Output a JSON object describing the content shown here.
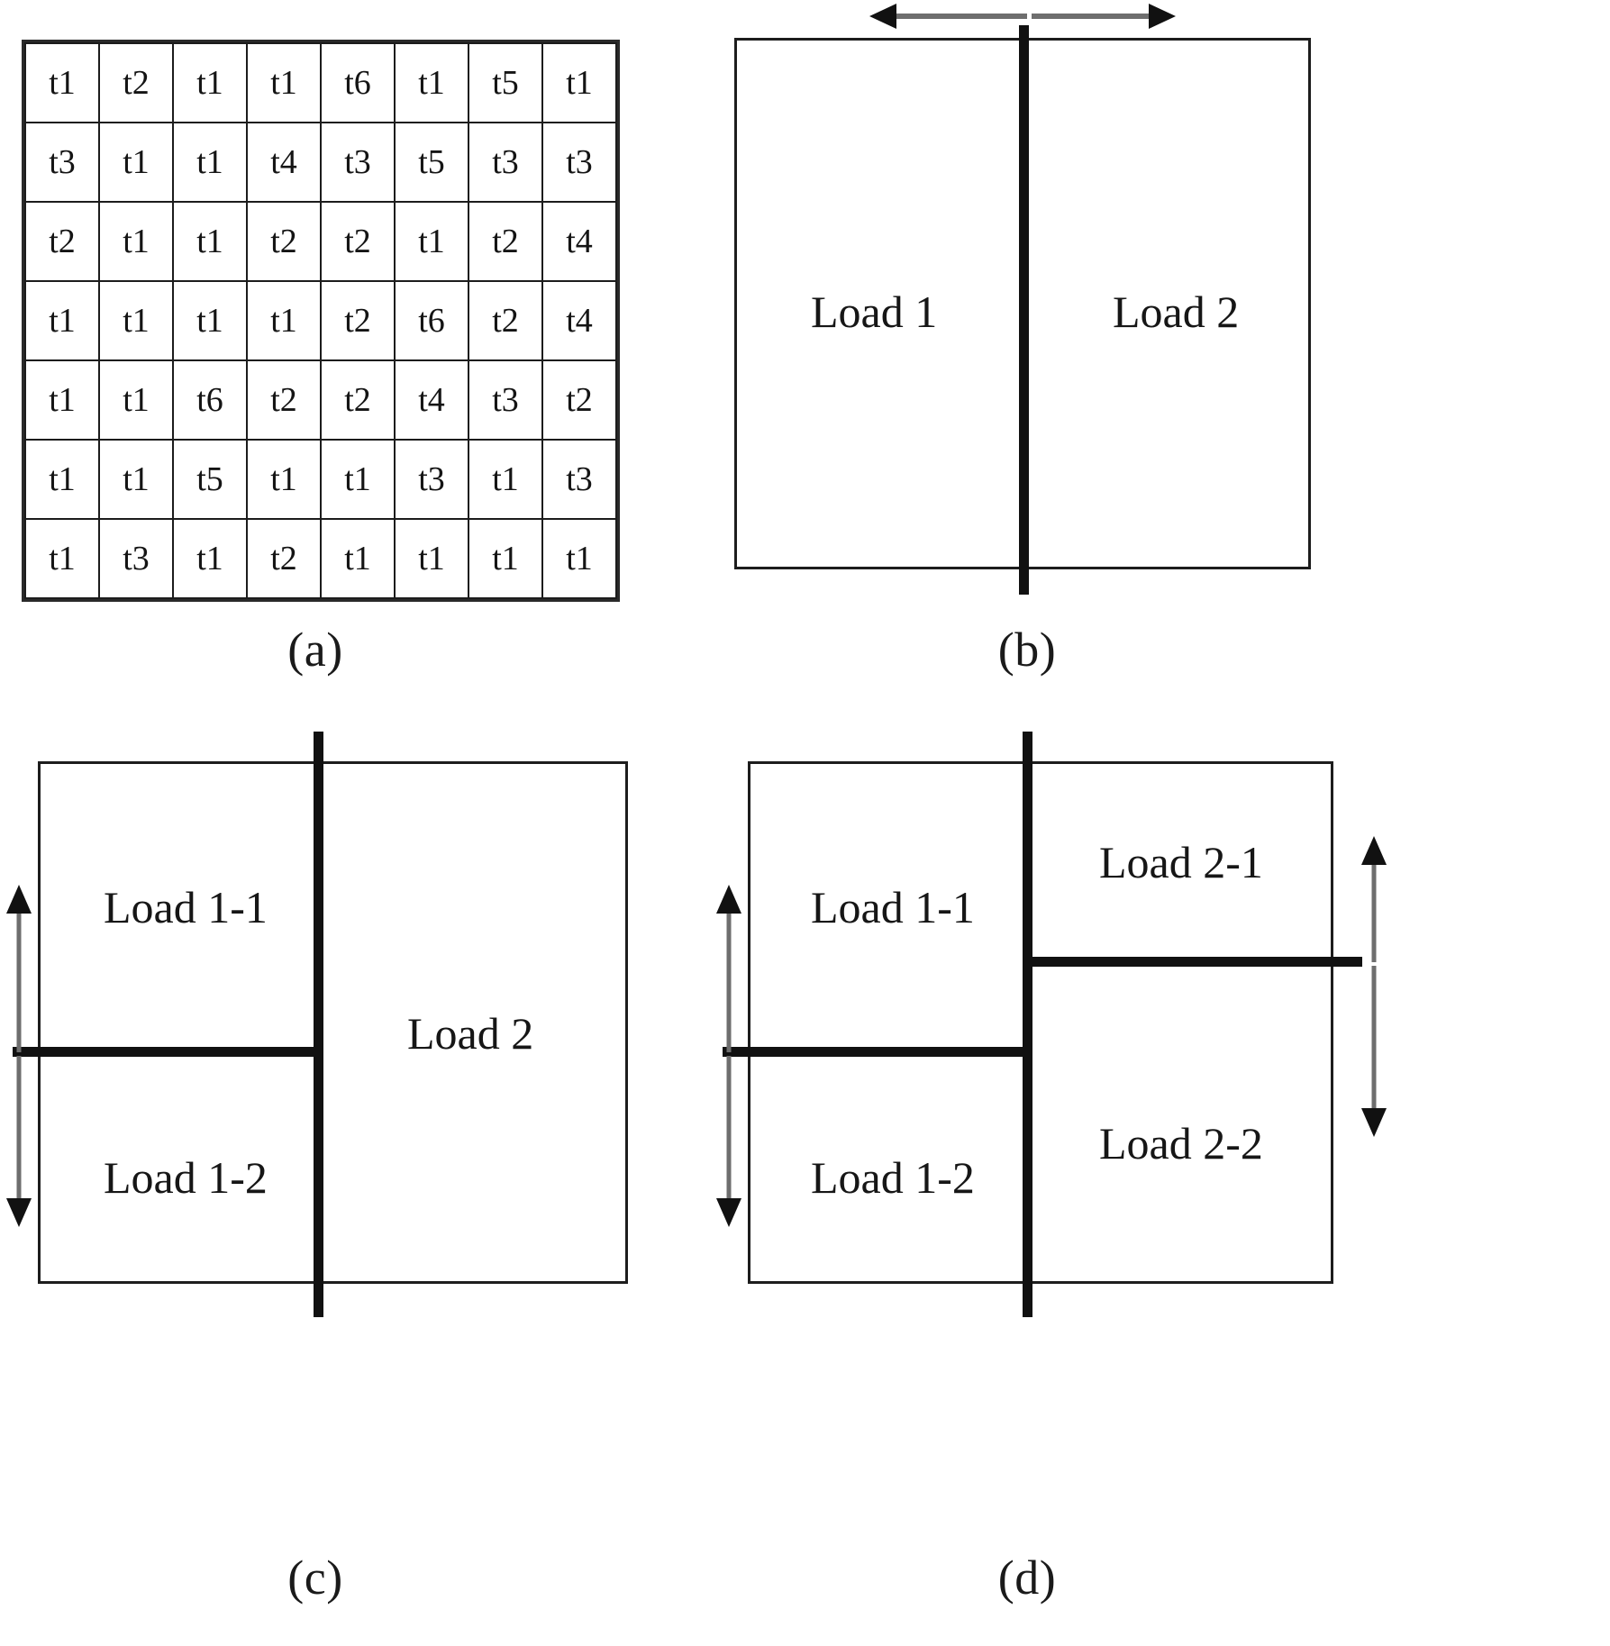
{
  "figure": {
    "panels": [
      {
        "id": "a",
        "caption": "(a)"
      },
      {
        "id": "b",
        "caption": "(b)"
      },
      {
        "id": "c",
        "caption": "(c)"
      },
      {
        "id": "d",
        "caption": "(d)"
      }
    ]
  },
  "chart_data": {
    "type": "table",
    "title": "",
    "description": "Task-type grid (panel a) and load partitioning diagrams (panels b, c, d)",
    "grid": {
      "rows": 7,
      "cols": 8,
      "cells": [
        [
          "t1",
          "t2",
          "t1",
          "t1",
          "t6",
          "t1",
          "t5",
          "t1"
        ],
        [
          "t3",
          "t1",
          "t1",
          "t4",
          "t3",
          "t5",
          "t3",
          "t3"
        ],
        [
          "t2",
          "t1",
          "t1",
          "t2",
          "t2",
          "t1",
          "t2",
          "t4"
        ],
        [
          "t1",
          "t1",
          "t1",
          "t1",
          "t2",
          "t6",
          "t2",
          "t4"
        ],
        [
          "t1",
          "t1",
          "t6",
          "t2",
          "t2",
          "t4",
          "t3",
          "t2"
        ],
        [
          "t1",
          "t1",
          "t5",
          "t1",
          "t1",
          "t3",
          "t1",
          "t3"
        ],
        [
          "t1",
          "t3",
          "t1",
          "t2",
          "t1",
          "t1",
          "t1",
          "t1"
        ]
      ]
    }
  },
  "panel_a": {
    "caption": "(a)"
  },
  "panel_b": {
    "caption": "(b)",
    "labels": {
      "left": "Load 1",
      "right": "Load 2"
    },
    "arrows": {
      "left_arrow": "arrow-left",
      "right_arrow": "arrow-right"
    }
  },
  "panel_c": {
    "caption": "(c)",
    "labels": {
      "top_left": "Load 1-1",
      "bottom_left": "Load 1-2",
      "right": "Load 2"
    },
    "arrows": {
      "left_up_arrow": "arrow-up",
      "left_down_arrow": "arrow-down"
    }
  },
  "panel_d": {
    "caption": "(d)",
    "labels": {
      "top_left": "Load 1-1",
      "bottom_left": "Load 1-2",
      "top_right": "Load 2-1",
      "bottom_right": "Load 2-2"
    },
    "arrows": {
      "left_up_arrow": "arrow-up",
      "left_down_arrow": "arrow-down",
      "right_up_arrow": "arrow-up",
      "right_down_arrow": "arrow-down"
    }
  },
  "colors": {
    "line": "#111111",
    "border": "#1d1d1d",
    "text": "#141414",
    "background": "#ffffff"
  }
}
